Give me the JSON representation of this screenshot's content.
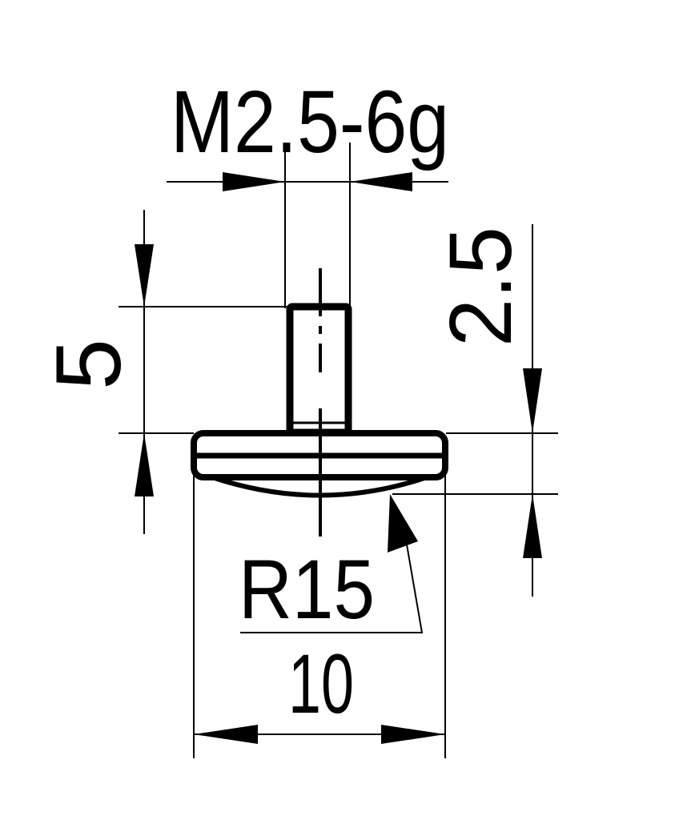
{
  "drawing": {
    "thread_label": "M2.5-6g",
    "stud_length_label": "5",
    "head_height_label": "2.5",
    "radius_label": "R15",
    "diameter_label": "10"
  },
  "colors": {
    "line": "#000000",
    "background": "#ffffff"
  }
}
